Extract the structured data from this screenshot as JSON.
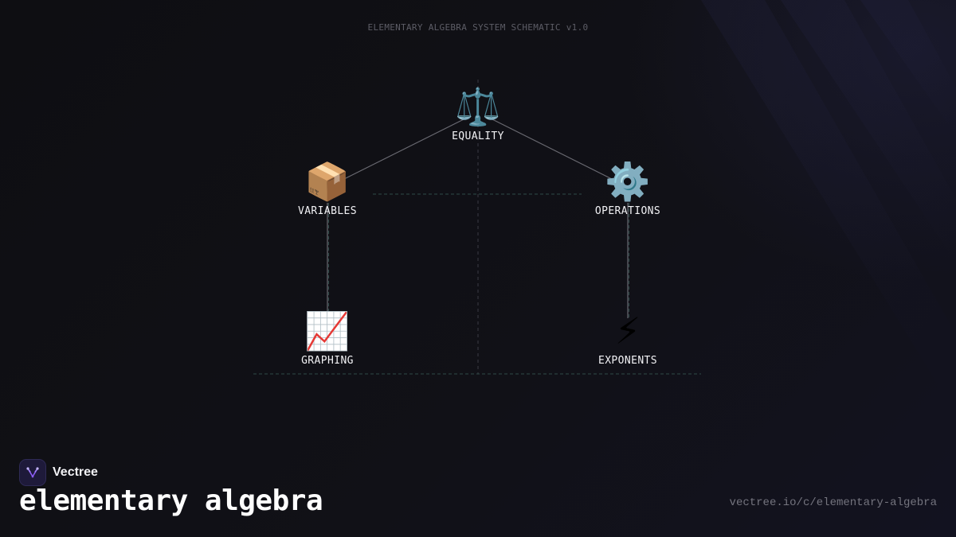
{
  "header": {
    "caption": "ELEMENTARY ALGEBRA SYSTEM SCHEMATIC v1.0"
  },
  "diagram": {
    "nodes": [
      {
        "id": "equality",
        "label": "EQUALITY",
        "icon": "balance-scale-icon",
        "glyph": "⚖️"
      },
      {
        "id": "variables",
        "label": "VARIABLES",
        "icon": "package-box-icon",
        "glyph": "📦"
      },
      {
        "id": "operations",
        "label": "OPERATIONS",
        "icon": "gear-icon",
        "glyph": "⚙️"
      },
      {
        "id": "graphing",
        "label": "GRAPHING",
        "icon": "chart-increasing-icon",
        "glyph": "📈"
      },
      {
        "id": "exponents",
        "label": "EXPONENTS",
        "icon": "lightning-bolt-icon",
        "glyph": "⚡"
      }
    ],
    "edges": [
      {
        "from": "equality",
        "to": "variables"
      },
      {
        "from": "equality",
        "to": "operations"
      },
      {
        "from": "variables",
        "to": "graphing"
      },
      {
        "from": "operations",
        "to": "exponents"
      }
    ],
    "colors": {
      "edge": "#6a6a72",
      "guide": "#2e4a48",
      "axis": "#3a3a44"
    }
  },
  "brand": {
    "name": "Vectree",
    "logo_icon": "vectree-logo-icon",
    "accent": "#8b5cf6"
  },
  "page": {
    "title": "elementary algebra",
    "url": "vectree.io/c/elementary-algebra"
  }
}
